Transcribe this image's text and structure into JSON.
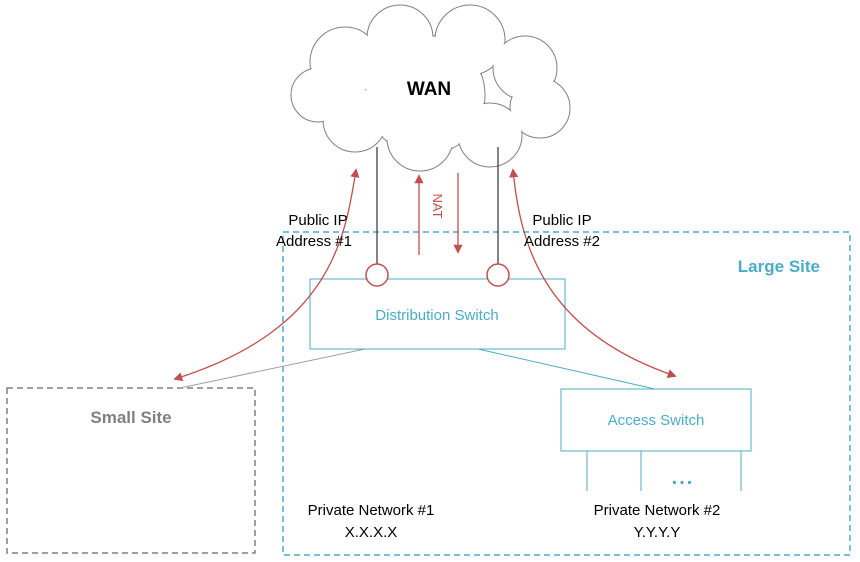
{
  "wan_label": "WAN",
  "public_ip_1": {
    "line1": "Public IP",
    "line2": "Address #1"
  },
  "public_ip_2": {
    "line1": "Public IP",
    "line2": "Address #2"
  },
  "nat_label": "NAT",
  "large_site_label": "Large Site",
  "small_site_label": "Small Site",
  "distribution_switch_label": "Distribution Switch",
  "access_switch_label": "Access Switch",
  "ellipsis": "...",
  "private_network_1": {
    "name": "Private Network #1",
    "address": "X.X.X.X"
  },
  "private_network_2": {
    "name": "Private Network #2",
    "address": "Y.Y.Y.Y"
  },
  "colors": {
    "accent": "#4bacc6",
    "arrow": "#c0504d",
    "small_site": "#808080",
    "line": "#404040"
  }
}
